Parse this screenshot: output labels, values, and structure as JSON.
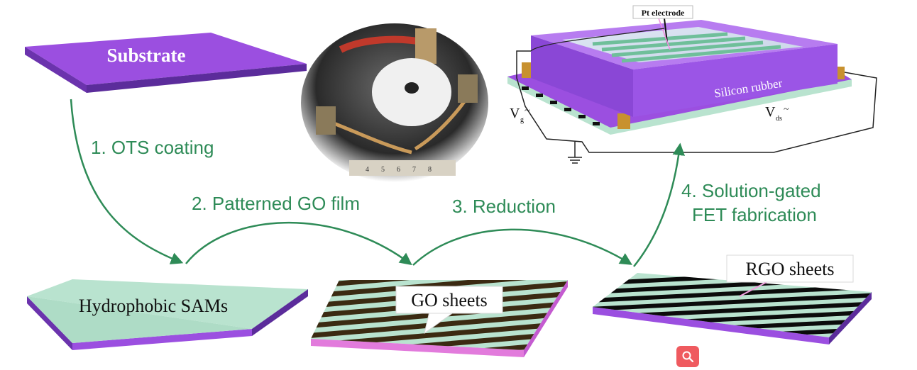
{
  "labels": {
    "substrate": "Substrate",
    "hydrophobic": "Hydrophobic SAMs",
    "go_sheets": "GO sheets",
    "rgo_sheets": "RGO sheets",
    "pt_electrode": "Pt electrode",
    "silicon_rubber": "Silicon rubber",
    "vg": "V",
    "vg_sub": "g",
    "vds": "V",
    "vds_sub": "ds",
    "tilde": "~"
  },
  "steps": {
    "s1": "1. OTS coating",
    "s2": "2. Patterned GO film",
    "s3": "3. Reduction",
    "s4_line1": "4. Solution-gated",
    "s4_line2": "FET fabrication"
  },
  "ruler_ticks": [
    "4",
    "5",
    "6",
    "7",
    "8"
  ],
  "colors": {
    "substrate": "#9b4fe0",
    "substrate_side": "#5b2c9b",
    "sams": "#b9e3cf",
    "go_stripe": "#3b2a12",
    "rgo_stripe": "#0b0b0b",
    "arrow": "#2e8b57",
    "step_text": "#2e8b57",
    "zoom_button": "#ef5a5f"
  },
  "icons": {
    "zoom": "magnifier-icon"
  }
}
